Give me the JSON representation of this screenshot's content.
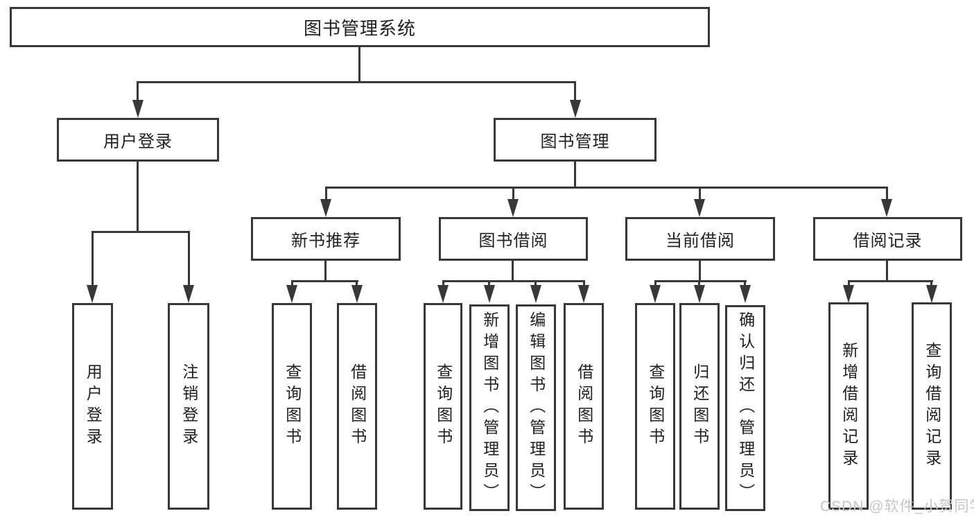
{
  "diagram_type": "hierarchy-chart",
  "tree": {
    "label": "图书管理系统",
    "children": [
      {
        "label": "用户登录",
        "children": [
          {
            "label": "用户登录"
          },
          {
            "label": "注销登录"
          }
        ]
      },
      {
        "label": "图书管理",
        "children": [
          {
            "label": "新书推荐",
            "children": [
              {
                "label": "查询图书"
              },
              {
                "label": "借阅图书"
              }
            ]
          },
          {
            "label": "图书借阅",
            "children": [
              {
                "label": "查询图书"
              },
              {
                "label": "新增图书（管理员）"
              },
              {
                "label": "编辑图书（管理员）"
              },
              {
                "label": "借阅图书"
              }
            ]
          },
          {
            "label": "当前借阅",
            "children": [
              {
                "label": "查询图书"
              },
              {
                "label": "归还图书"
              },
              {
                "label": "确认归还（管理员）"
              }
            ]
          },
          {
            "label": "借阅记录",
            "children": [
              {
                "label": "新增借阅记录"
              },
              {
                "label": "查询借阅记录"
              }
            ]
          }
        ]
      }
    ]
  },
  "watermark": "CSDN @软件_小贺同学",
  "colors": {
    "line": "#383838",
    "text": "#1f1f1f",
    "watermark": "#c6c6c6",
    "background": "#ffffff"
  }
}
